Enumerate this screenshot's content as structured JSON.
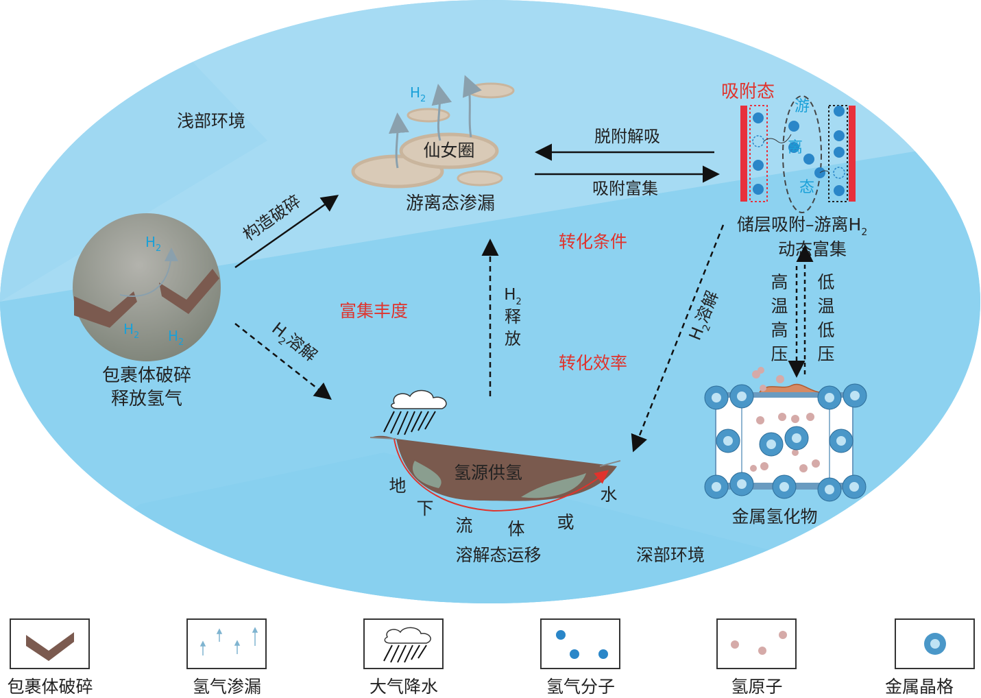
{
  "zones": {
    "shallow": "浅部环境",
    "deep": "深部环境"
  },
  "inclusion": {
    "h2_a": "H",
    "h2_b": "H",
    "h2_c": "H",
    "sub": "2",
    "caption_line1": "包裹体破碎",
    "caption_line2": "释放氢气"
  },
  "fairy_ring": {
    "h2": "H",
    "sub": "2",
    "label": "仙女圈",
    "caption": "游离态渗漏"
  },
  "storage": {
    "adsorbed_label": "吸附态",
    "free_chars": [
      "游",
      "离",
      "态"
    ],
    "caption_line1": "储层吸附–游离H",
    "caption_sub": "2",
    "caption_line2": "动态富集"
  },
  "arrows": {
    "desorption": "脱附解吸",
    "adsorption": "吸附富集",
    "tectonic": "构造破碎",
    "dissolve_left": "H",
    "dissolve_left_rest": "溶解",
    "dissolve_right": "H",
    "dissolve_right_rest": "溶解",
    "release_chars": [
      "H",
      "释",
      "放"
    ],
    "high_chars": [
      "高",
      "温",
      "高",
      "压"
    ],
    "low_chars": [
      "低",
      "温",
      "低",
      "压"
    ]
  },
  "center_labels": {
    "conversion_condition": "转化条件",
    "enrichment_abundance": "富集丰度",
    "conversion_efficiency": "转化效率"
  },
  "source": {
    "label": "氢源供氢",
    "flow_chars": [
      "地",
      "下",
      "流",
      "体",
      "或",
      "水"
    ],
    "caption": "溶解态运移"
  },
  "metal": {
    "caption": "金属氢化物"
  },
  "legend": [
    {
      "label": "包裹体破碎",
      "icon": "inclusion-fracture-icon"
    },
    {
      "label": "氢气渗漏",
      "icon": "hydrogen-seepage-icon"
    },
    {
      "label": "大气降水",
      "icon": "precipitation-icon"
    },
    {
      "label": "氢气分子",
      "icon": "hydrogen-molecule-icon"
    },
    {
      "label": "氢原子",
      "icon": "hydrogen-atom-icon"
    },
    {
      "label": "金属晶格",
      "icon": "metal-lattice-icon"
    }
  ],
  "colors": {
    "shallow_blue": "#a8dcf2",
    "deep_blue": "#8ad1f0",
    "accent_red": "#e0332c",
    "h2_cyan": "#1aa0d8",
    "molecule_blue": "#2a86c8",
    "rock_brown": "#7a5a4e",
    "ring_tan": "#d8c8b4"
  }
}
